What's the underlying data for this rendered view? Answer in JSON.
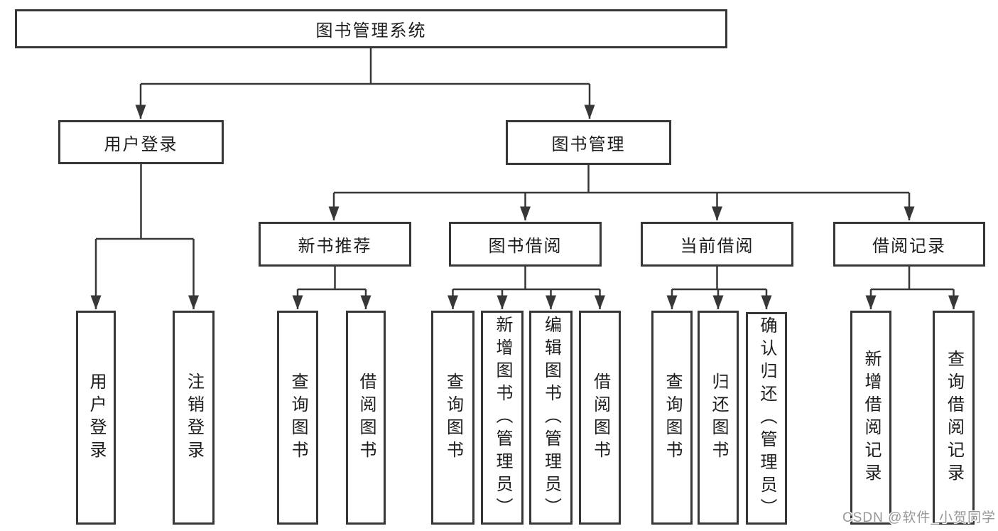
{
  "diagram_title": "图书管理系统",
  "colors": {
    "line": "#373737",
    "text": "#1d1d20",
    "background": "#ffffff",
    "watermark_gray": "#979797"
  },
  "nodes": {
    "root": "图书管理系统",
    "user_login": "用户登录",
    "book_mgmt": "图书管理",
    "user_login_leaf": "用户登录",
    "logout_leaf": "注销登录",
    "new_book_rec": "新书推荐",
    "book_borrow": "图书借阅",
    "current_borrow": "当前借阅",
    "borrow_records": "借阅记录",
    "nb_query_books": "查询图书",
    "nb_borrow_books": "借阅图书",
    "bb_query_books": "查询图书",
    "bb_add_books_admin": "新增图书（管理员）",
    "bb_edit_books_admin": "编辑图书（管理员）",
    "bb_borrow_books": "借阅图书",
    "cb_query_books": "查询图书",
    "cb_return_books": "归还图书",
    "cb_confirm_return_admin": "确认归还（管理员）",
    "br_add_record": "新增借阅记录",
    "br_query_record": "查询借阅记录"
  },
  "watermark": "CSDN @软件_小贺同学"
}
